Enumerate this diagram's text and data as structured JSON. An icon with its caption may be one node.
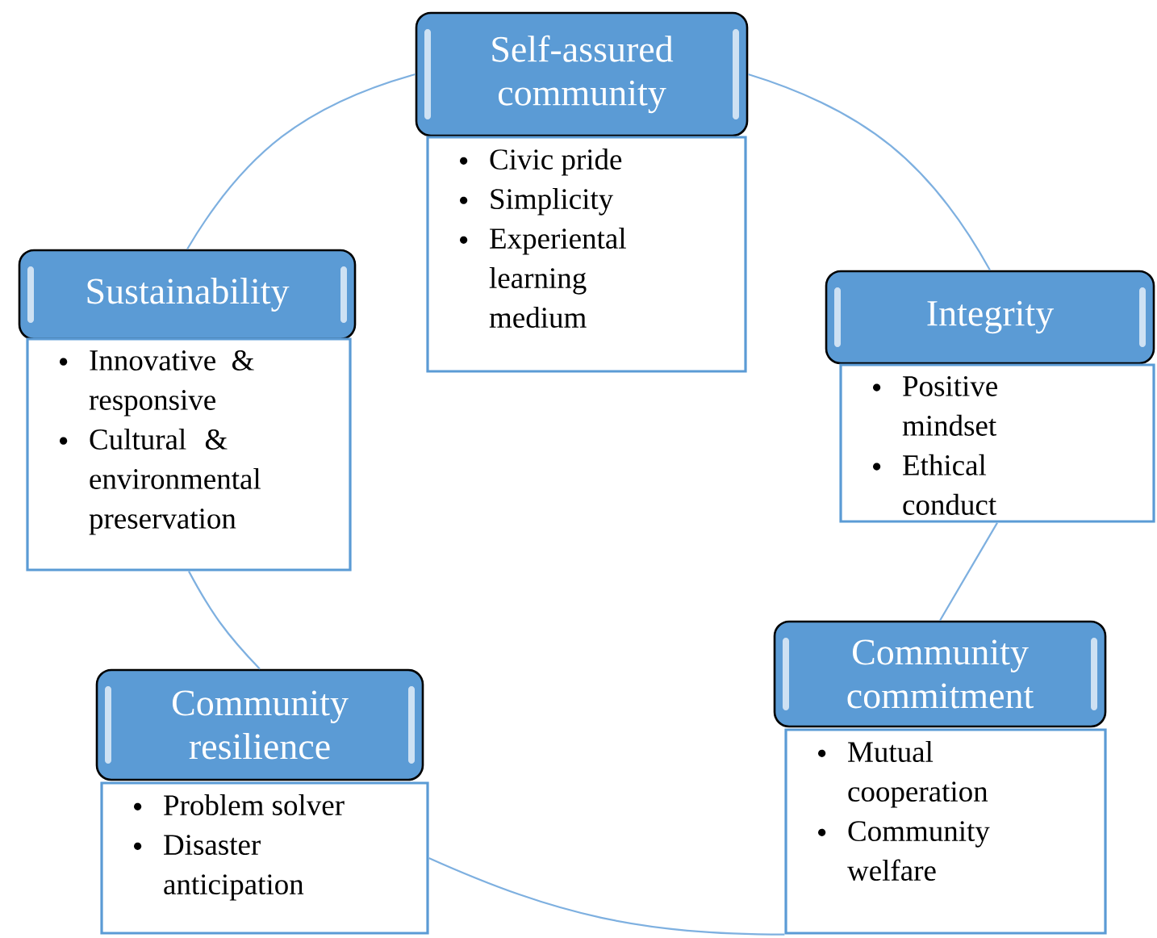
{
  "diagram": {
    "nodes": [
      {
        "text": [
          "Self-assured community"
        ]
      },
      {
        "text": [
          "Civic pride",
          "Simplicity",
          "Experiental learning medium"
        ]
      },
      {
        "text": [
          "Integrity"
        ]
      },
      {
        "text": [
          "Positive mindset",
          "Ethical conduct"
        ]
      },
      {
        "text": [
          "Community commitment"
        ]
      },
      {
        "text": [
          "Mutual cooperation",
          "Community welfare"
        ]
      },
      {
        "text": [
          "Community resilience"
        ]
      },
      {
        "text": [
          "Problem solver",
          "Disaster anticipation"
        ]
      },
      {
        "text": [
          "Sustainability"
        ]
      },
      {
        "text": [
          "Innovative & responsive",
          "Cultural & environmental preservation"
        ]
      }
    ],
    "edges": [
      {
        "from": 0,
        "to": 2,
        "arrow": "none"
      },
      {
        "from": 3,
        "to": 4,
        "arrow": "none"
      },
      {
        "from": 5,
        "to": 7,
        "arrow": "none"
      },
      {
        "from": 6,
        "to": 9,
        "arrow": "none"
      },
      {
        "from": 8,
        "to": 0,
        "arrow": "none"
      }
    ]
  }
}
